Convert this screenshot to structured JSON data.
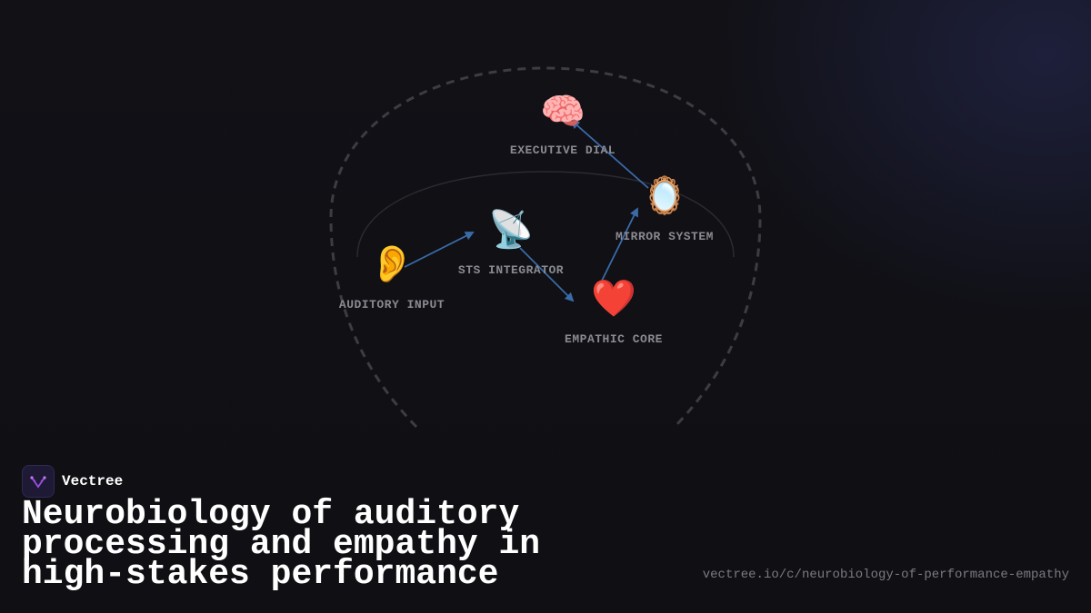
{
  "diagram": {
    "nodes": [
      {
        "id": "executive",
        "label": "EXECUTIVE DIAL",
        "icon": "🧠",
        "icon_name": "brain-icon"
      },
      {
        "id": "mirror",
        "label": "MIRROR SYSTEM",
        "icon": "🪞",
        "icon_name": "mirror-icon"
      },
      {
        "id": "sts",
        "label": "STS INTEGRATOR",
        "icon": "📡",
        "icon_name": "satellite-dish-icon"
      },
      {
        "id": "auditory",
        "label": "AUDITORY INPUT",
        "icon": "👂",
        "icon_name": "ear-icon"
      },
      {
        "id": "empathic",
        "label": "EMPATHIC CORE",
        "icon": "❤️",
        "icon_name": "heart-icon"
      }
    ],
    "edges": [
      {
        "from": "auditory",
        "to": "sts"
      },
      {
        "from": "sts",
        "to": "empathic"
      },
      {
        "from": "empathic",
        "to": "mirror"
      },
      {
        "from": "mirror",
        "to": "executive"
      }
    ],
    "colors": {
      "arrow": "#3a6aa8",
      "outline": "#3c3c42",
      "label": "#8a8a92"
    }
  },
  "brand": {
    "name": "Vectree"
  },
  "title": "Neurobiology of auditory processing and empathy in high-stakes performance",
  "url": "vectree.io/c/neurobiology-of-performance-empathy"
}
